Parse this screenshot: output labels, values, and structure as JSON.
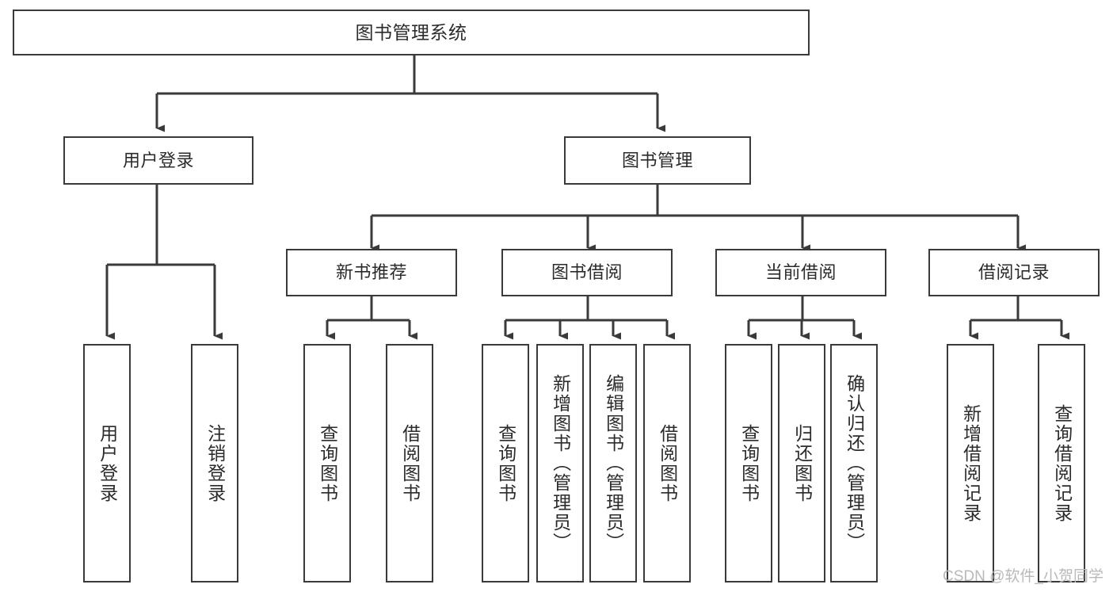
{
  "diagram": {
    "type": "tree-hierarchy-chart",
    "title": "图书管理系统",
    "root": {
      "label": "图书管理系统"
    },
    "level2": [
      {
        "label": "用户登录"
      },
      {
        "label": "图书管理"
      }
    ],
    "level3": [
      {
        "label": "新书推荐"
      },
      {
        "label": "图书借阅"
      },
      {
        "label": "当前借阅"
      },
      {
        "label": "借阅记录"
      }
    ],
    "leaves": {
      "user_login": [
        {
          "label": "用户登录"
        },
        {
          "label": "注销登录"
        }
      ],
      "new_book_recommend": [
        {
          "label": "查询图书"
        },
        {
          "label": "借阅图书"
        }
      ],
      "book_borrow": [
        {
          "label": "查询图书"
        },
        {
          "label": "新增图书（管理员）"
        },
        {
          "label": "编辑图书（管理员）"
        },
        {
          "label": "借阅图书"
        }
      ],
      "current_borrow": [
        {
          "label": "查询图书"
        },
        {
          "label": "归还图书"
        },
        {
          "label": "确认归还（管理员）"
        }
      ],
      "borrow_record": [
        {
          "label": "新增借阅记录"
        },
        {
          "label": "查询借阅记录"
        }
      ]
    }
  },
  "watermark": {
    "text": "CSDN @软件_小贺同学"
  },
  "colors": {
    "stroke": "#3a3a3a",
    "text": "#2b2b2b",
    "background": "#ffffff",
    "watermark": "#b9b9b9"
  }
}
